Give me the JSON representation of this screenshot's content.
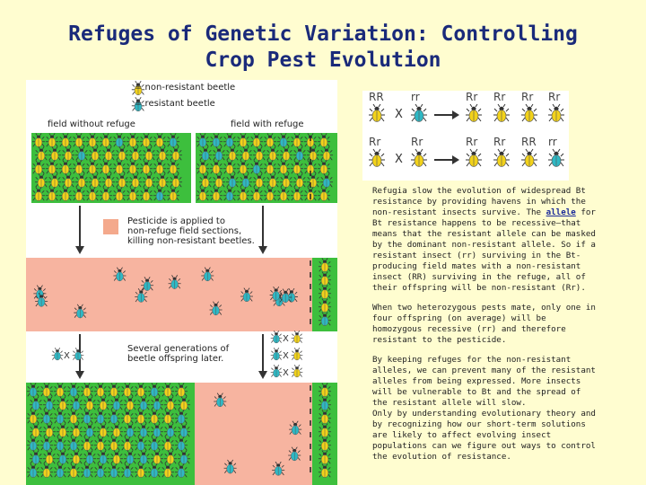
{
  "title": {
    "line1": "Refuges of Genetic Variation: Controlling",
    "line2": "Crop Pest Evolution"
  },
  "figure": {
    "legend_nonresistant": "= non-resistant beetle",
    "legend_resistant": "= resistant beetle",
    "label_without_refuge": "field without refuge",
    "label_with_refuge": "field with refuge",
    "pesticide_line1": "Pesticide is applied to",
    "pesticide_line2": "non-refuge field sections,",
    "pesticide_line3": "killing non-resistant beetles.",
    "generations_line1": "Several generations of",
    "generations_line2": "beetle offspring later.",
    "cross_symbol": "X",
    "colors": {
      "field_green": "#3dbf3d",
      "treated_pink": "#f7b4a0",
      "legend_pink": "#f4a98c",
      "resistant_beetle": "#2fb8c4",
      "nonresistant_beetle": "#f2d21a"
    }
  },
  "genetics": {
    "top_genotypes": [
      "RR",
      "rr",
      "Rr",
      "Rr",
      "Rr",
      "Rr"
    ],
    "bottom_genotypes": [
      "Rr",
      "Rr",
      "Rr",
      "Rr",
      "RR",
      "rr"
    ],
    "cross_symbol": "X"
  },
  "text": {
    "p1_before": "Refugia slow the evolution of widespread Bt resistance by providing havens in which the non-resistant insects survive. The ",
    "p1_link": "allele",
    "p1_after": " for Bt resistance happens to be recessive—that means that the resistant allele can be masked by the dominant non-resistant allele. So if a resistant insect (rr) surviving in the Bt-producing field mates with a non-resistant insect (RR) surviving in the refuge, all of their offspring will be non-resistant (Rr).",
    "p2": "When two heterozygous pests mate, only one in four offspring (on average) will be homozygous recessive (rr) and therefore resistant to the pesticide.",
    "p3a": "By keeping refuges for the non-resistant alleles, we can prevent many of the resistant alleles from being expressed. More insects will be vulnerable to Bt and the spread of the resistant allele will slow.",
    "p3b": "Only by understanding evolutionary theory and by recognizing how our short-term solutions are likely to affect evolving insect populations can we figure out ways to control the evolution of resistance."
  }
}
